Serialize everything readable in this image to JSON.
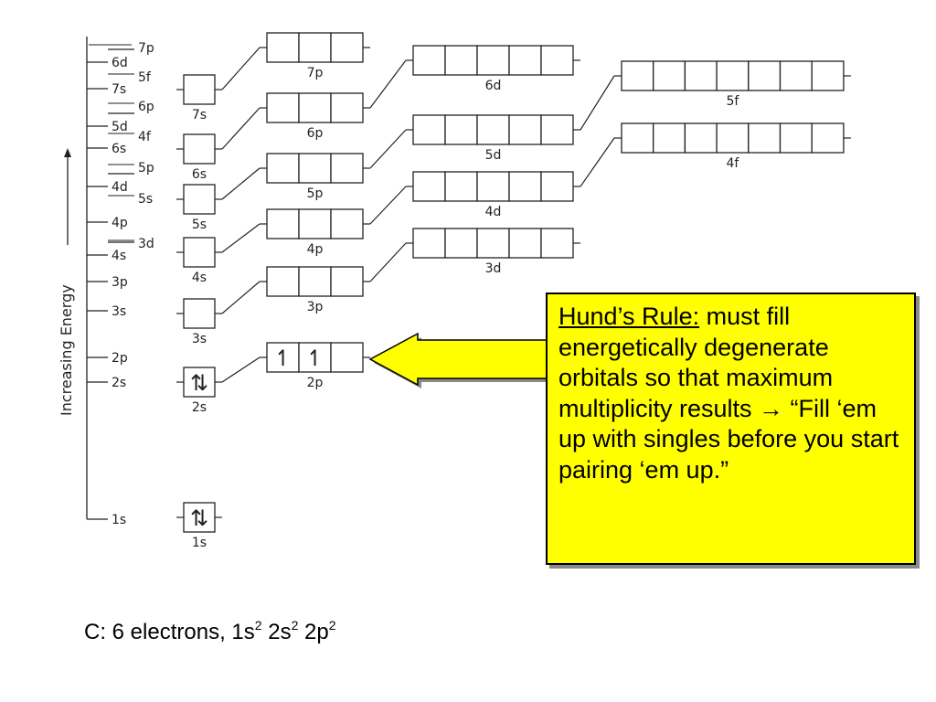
{
  "axis": {
    "title": "Increasing Energy",
    "levels": [
      "7p",
      "6d",
      "5f",
      "7s",
      "6p",
      "5d",
      "4f",
      "6s",
      "5p",
      "4d",
      "5s",
      "4p",
      "4s",
      "3d",
      "3p",
      "3s",
      "2p",
      "2s",
      "1s"
    ]
  },
  "orbitals": [
    {
      "label": "7s",
      "boxes": 1,
      "electrons": [
        "",
        ""
      ]
    },
    {
      "label": "6s",
      "boxes": 1,
      "electrons": [
        ""
      ]
    },
    {
      "label": "5s",
      "boxes": 1,
      "electrons": [
        ""
      ]
    },
    {
      "label": "4s",
      "boxes": 1,
      "electrons": [
        ""
      ]
    },
    {
      "label": "3s",
      "boxes": 1,
      "electrons": [
        ""
      ]
    },
    {
      "label": "2s",
      "boxes": 1,
      "electrons": [
        "⇅"
      ]
    },
    {
      "label": "1s",
      "boxes": 1,
      "electrons": [
        "⇅"
      ]
    },
    {
      "label": "7p",
      "boxes": 3
    },
    {
      "label": "6p",
      "boxes": 3
    },
    {
      "label": "5p",
      "boxes": 3
    },
    {
      "label": "4p",
      "boxes": 3
    },
    {
      "label": "3p",
      "boxes": 3
    },
    {
      "label": "2p",
      "boxes": 3,
      "electrons": [
        "↿",
        "↿",
        ""
      ]
    },
    {
      "label": "6d",
      "boxes": 5
    },
    {
      "label": "5d",
      "boxes": 5
    },
    {
      "label": "4d",
      "boxes": 5
    },
    {
      "label": "3d",
      "boxes": 5
    },
    {
      "label": "5f",
      "boxes": 7
    },
    {
      "label": "4f",
      "boxes": 7
    }
  ],
  "callout": {
    "title": "Hund’s Rule:",
    "body": " must fill energetically degenerate orbitals so that maximum multiplicity results → “Fill ‘em up with singles before you start pairing ‘em up.”",
    "fill_color": "#ffff00"
  },
  "formula": {
    "prefix": "C: 6 electrons, 1s",
    "s1_exp": "2",
    "mid1": " 2s",
    "s2_exp": "2",
    "mid2": " 2p",
    "p_exp": "2"
  }
}
